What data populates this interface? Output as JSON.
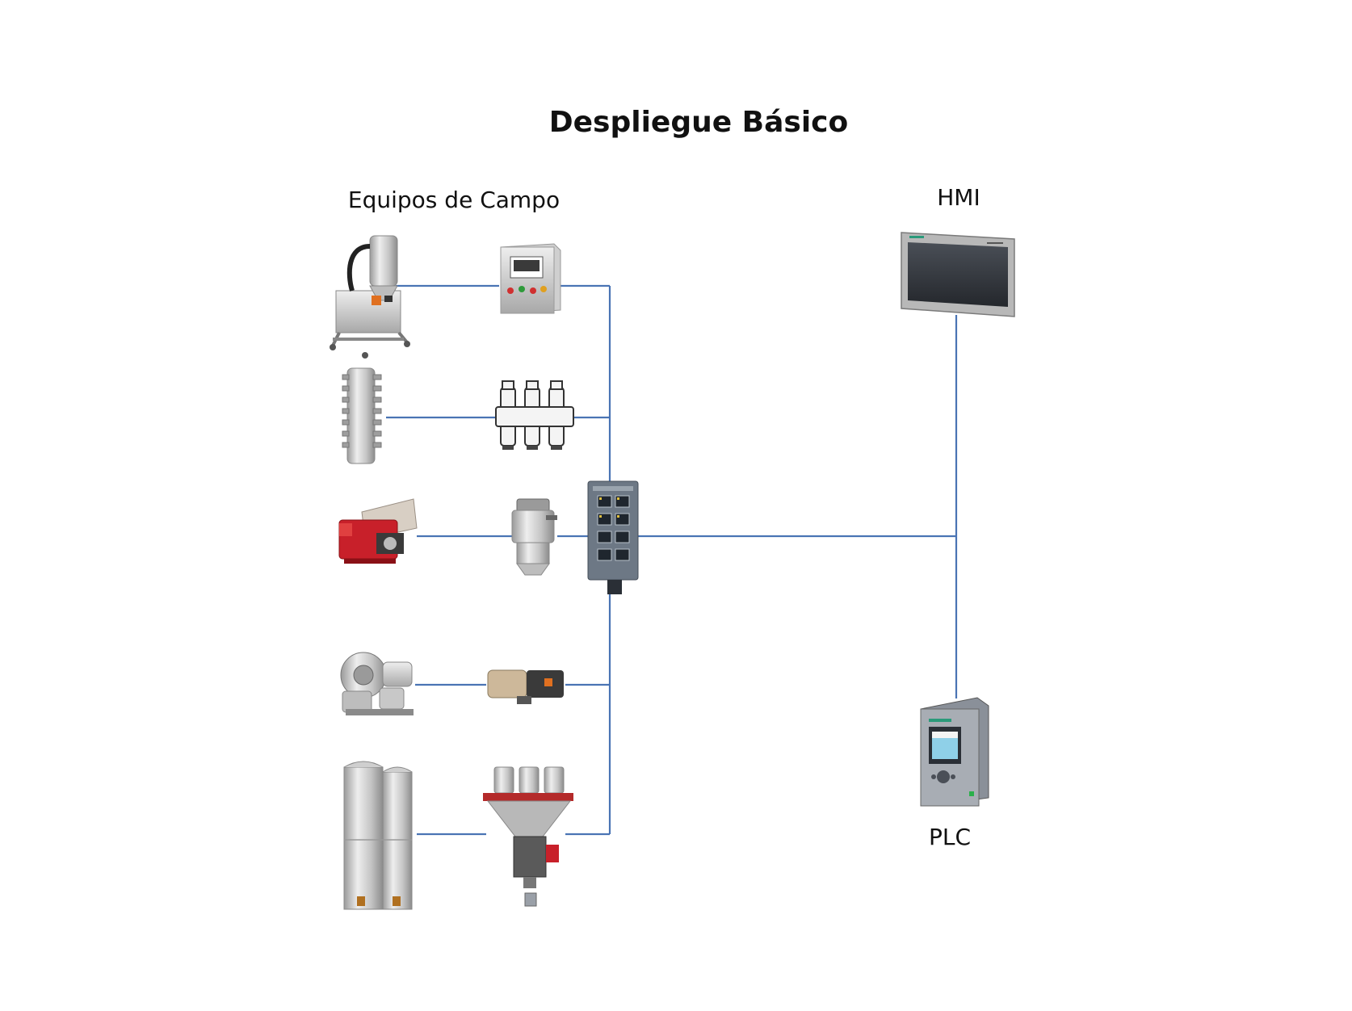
{
  "title": "Despliegue Básico",
  "labels": {
    "field_devices": "Equipos de Campo",
    "hmi": "HMI",
    "plc": "PLC"
  },
  "colors": {
    "wire": "#4a74b4",
    "text": "#111111",
    "background": "#ffffff",
    "metal_light": "#d8d8d8",
    "metal_dark": "#8a8a8a",
    "red_accent": "#c8202a",
    "switch_body": "#6d7885"
  },
  "devices": {
    "field_column_1": [
      "hopper-dryer-icon",
      "manifold-icon",
      "pump-icon",
      "blower-icon",
      "silo-icon"
    ],
    "field_column_2": [
      "control-cabinet-icon",
      "valve-group-icon",
      "vacuum-loader-icon",
      "sensor-icon",
      "gravimetric-blender-icon"
    ],
    "network": "ethernet-switch-icon",
    "hmi": "hmi-panel-icon",
    "plc": "plc-icon"
  }
}
